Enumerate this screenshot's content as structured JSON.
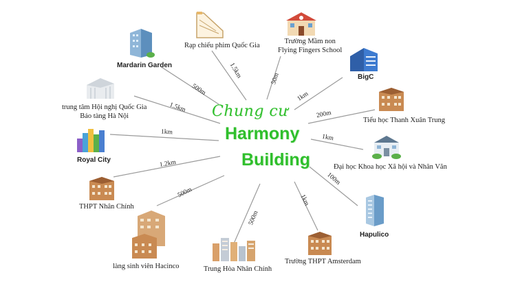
{
  "center": {
    "line1": "Chung cư",
    "line2": "Harmony",
    "line3": "Building"
  },
  "colors": {
    "title_green": "#2fbf2c",
    "connector": "#9a9a9a"
  },
  "places": [
    {
      "name": "Rạp chiếu phim Quốc Gia",
      "distance": "1.5km",
      "icon": "cinema-icon"
    },
    {
      "name_line1": "Trường Mầm non",
      "name_line2": "Flying Fingers School",
      "distance": "50m",
      "icon": "school-icon"
    },
    {
      "name": "BigC",
      "distance": "1km",
      "icon": "supermarket-icon"
    },
    {
      "name": "Tiểu học Thanh Xuân Trung",
      "distance": "200m",
      "icon": "primary-school-icon"
    },
    {
      "name": "Đại học Khoa học Xã hội và Nhân Văn",
      "distance": "1km",
      "icon": "university-icon"
    },
    {
      "name": "Hapulico",
      "distance": "100m",
      "icon": "tower-icon"
    },
    {
      "name": "Trường THPT Amsterdam",
      "distance": "1km",
      "icon": "highschool-icon"
    },
    {
      "name": "Trung Hòa Nhân Chính",
      "distance": "500m",
      "icon": "urban-area-icon"
    },
    {
      "name": "làng sinh viên Hacinco",
      "distance": "500m",
      "icon": "dormitory-icon"
    },
    {
      "name": "THPT Nhân Chính",
      "distance": "1.2km",
      "icon": "highschool-icon"
    },
    {
      "name": "Royal City",
      "distance": "1km",
      "icon": "royal-city-icon"
    },
    {
      "name_line1": "trung tâm Hội nghị Quốc Gia",
      "name_line2": "Bảo tàng Hà Nội",
      "distance": "1.5km",
      "icon": "convention-center-icon"
    },
    {
      "name": "Mardarin Garden",
      "distance": "500m",
      "icon": "apartment-icon"
    }
  ]
}
